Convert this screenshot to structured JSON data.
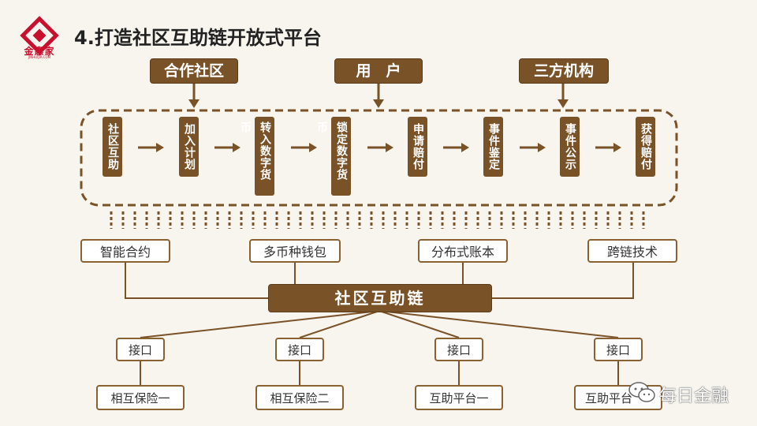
{
  "logo": {
    "name": "金惠家",
    "sub": "JINHUIJIA.COM"
  },
  "title": "4.打造社区互助链开放式平台",
  "top_boxes": [
    "合作社区",
    "用　户",
    "三方机构"
  ],
  "stages": [
    "社区互助",
    "加入计划",
    "转入数字货币",
    "锁定数字货币",
    "申请赔付",
    "事件鉴定",
    "事件公示",
    "获得赔付"
  ],
  "techs": [
    "智能合约",
    "多币种钱包",
    "分布式账本",
    "跨链技术"
  ],
  "chain": "社区互助链",
  "interfaces": [
    "接口",
    "接口",
    "接口",
    "接口"
  ],
  "apps": [
    "相互保险一",
    "相互保险二",
    "互助平台一",
    "互助平台"
  ],
  "watermark": "每日金融",
  "colors": {
    "brand_brown": "#7a5228",
    "logo_red": "#c8102e"
  }
}
